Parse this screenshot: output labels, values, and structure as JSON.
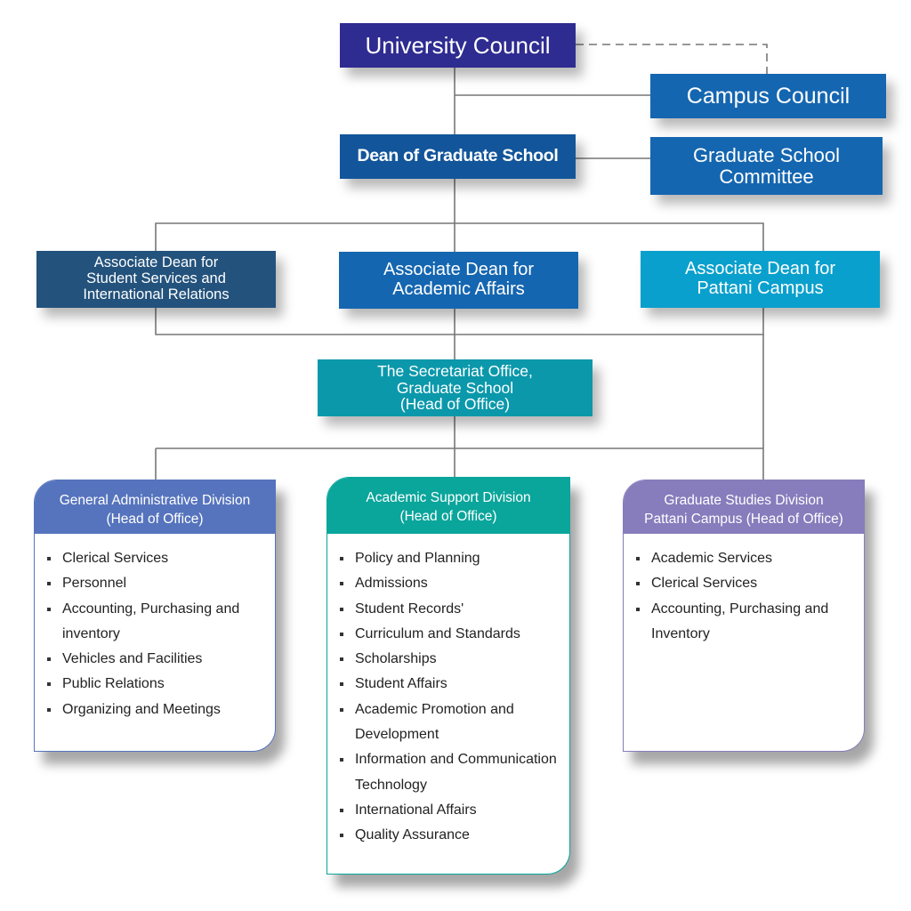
{
  "chart": {
    "top": {
      "university_council": "University Council",
      "campus_council": "Campus Council",
      "dean": "Dean of Graduate School",
      "committee": [
        "Graduate School",
        "Committee"
      ]
    },
    "associate_deans": [
      {
        "lines": [
          "Associate Dean for",
          "Student Services and",
          "International Relations"
        ],
        "color": "#23527c"
      },
      {
        "lines": [
          "Associate Dean for",
          "Academic Affairs"
        ],
        "color": "#1566b0"
      },
      {
        "lines": [
          "Associate Dean for",
          "Pattani Campus"
        ],
        "color": "#0aa0cd"
      }
    ],
    "secretariat": [
      "The  Secretariat Office,",
      "Graduate School",
      "(Head of Office)"
    ],
    "divisions": [
      {
        "title": [
          "General Administrative Division",
          "(Head of Office)"
        ],
        "color": "#5674bd",
        "items": [
          "Clerical Services",
          "Personnel",
          "Accounting, Purchasing and inventory",
          "Vehicles and Facilities",
          "Public Relations",
          "Organizing and Meetings"
        ]
      },
      {
        "title": [
          "Academic Support Division",
          "(Head of Office)"
        ],
        "color": "#0aa59b",
        "items": [
          "Policy and Planning",
          "Admissions",
          "Student Records'",
          "Curriculum and Standards",
          "Scholarships",
          "Student Affairs",
          "Academic Promotion and Development",
          "Information and Communication Technology",
          "International Affairs",
          "Quality Assurance"
        ]
      },
      {
        "title": [
          "Graduate Studies Division",
          "Pattani Campus (Head of Office)"
        ],
        "color": "#877cbc",
        "items": [
          "Academic Services",
          "Clerical Services",
          "Accounting, Purchasing and Inventory"
        ]
      }
    ]
  }
}
